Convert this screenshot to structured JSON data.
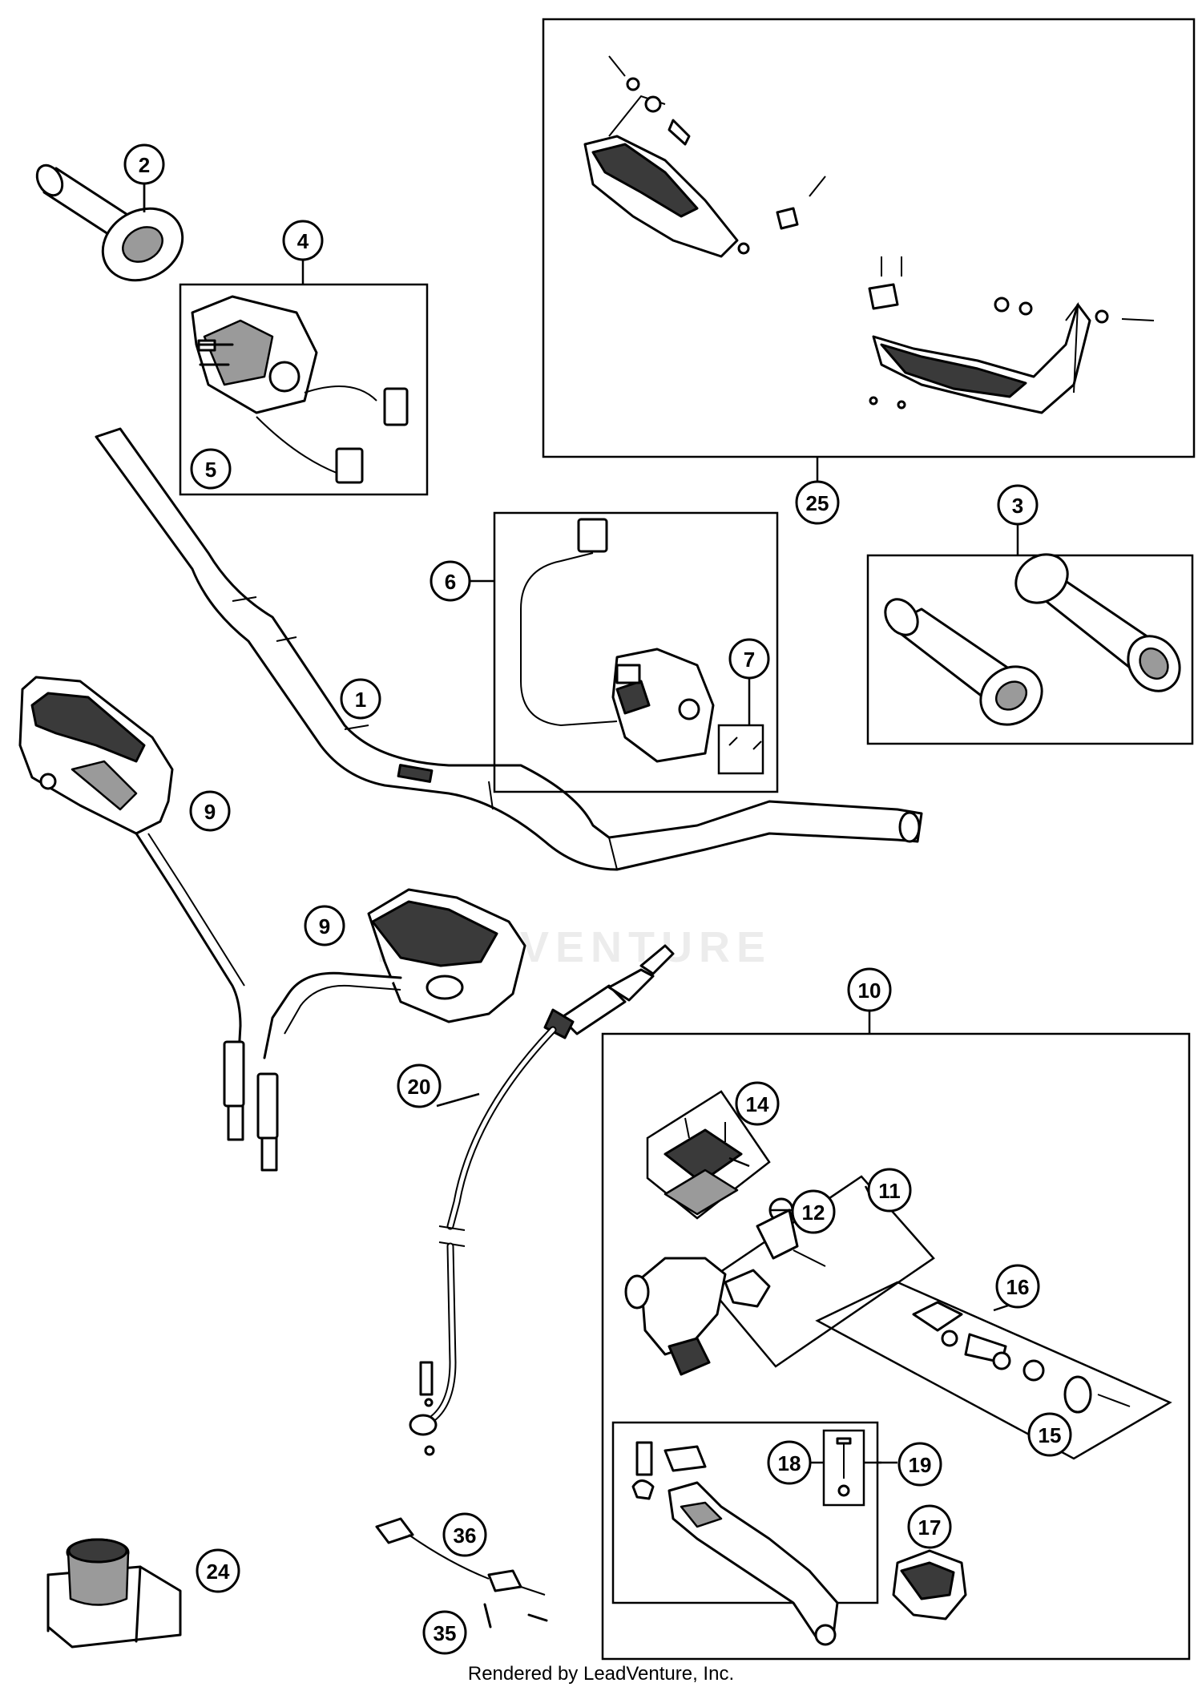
{
  "footer_text": "Rendered by LeadVenture, Inc.",
  "watermark_text": "LEADVENTURE",
  "callouts": [
    {
      "id": "c-2",
      "label": "2"
    },
    {
      "id": "c-4",
      "label": "4"
    },
    {
      "id": "c-5",
      "label": "5"
    },
    {
      "id": "c-25",
      "label": "25"
    },
    {
      "id": "c-3",
      "label": "3"
    },
    {
      "id": "c-6",
      "label": "6"
    },
    {
      "id": "c-7",
      "label": "7"
    },
    {
      "id": "c-1",
      "label": "1"
    },
    {
      "id": "c-9a",
      "label": "9"
    },
    {
      "id": "c-9b",
      "label": "9"
    },
    {
      "id": "c-10",
      "label": "10"
    },
    {
      "id": "c-20",
      "label": "20"
    },
    {
      "id": "c-14",
      "label": "14"
    },
    {
      "id": "c-11",
      "label": "11"
    },
    {
      "id": "c-12",
      "label": "12"
    },
    {
      "id": "c-16",
      "label": "16"
    },
    {
      "id": "c-15",
      "label": "15"
    },
    {
      "id": "c-18",
      "label": "18"
    },
    {
      "id": "c-19",
      "label": "19"
    },
    {
      "id": "c-17",
      "label": "17"
    },
    {
      "id": "c-24",
      "label": "24"
    },
    {
      "id": "c-36",
      "label": "36"
    },
    {
      "id": "c-35",
      "label": "35"
    }
  ]
}
